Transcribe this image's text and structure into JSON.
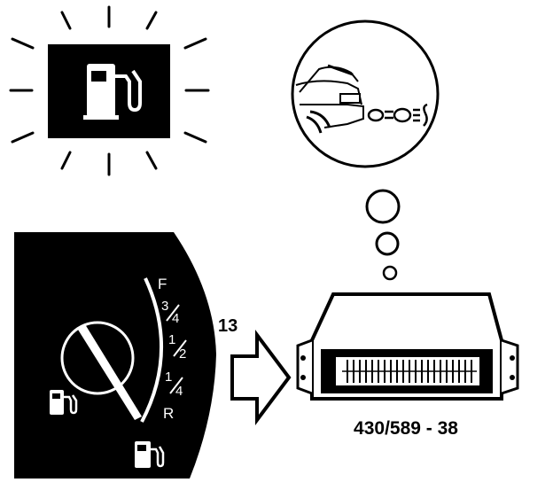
{
  "arrow_label": "13",
  "part_number": "430/589 - 38",
  "gauge": {
    "marks": [
      "F",
      "3",
      "4",
      "1",
      "2",
      "1",
      "4",
      "R"
    ]
  },
  "icons": {
    "warning_lamp": "fuel-pump-icon",
    "gauge_small": "fuel-pump-icon",
    "gauge_bottom": "fuel-pump-icon"
  },
  "colors": {
    "ink": "#000000",
    "paper": "#ffffff"
  }
}
